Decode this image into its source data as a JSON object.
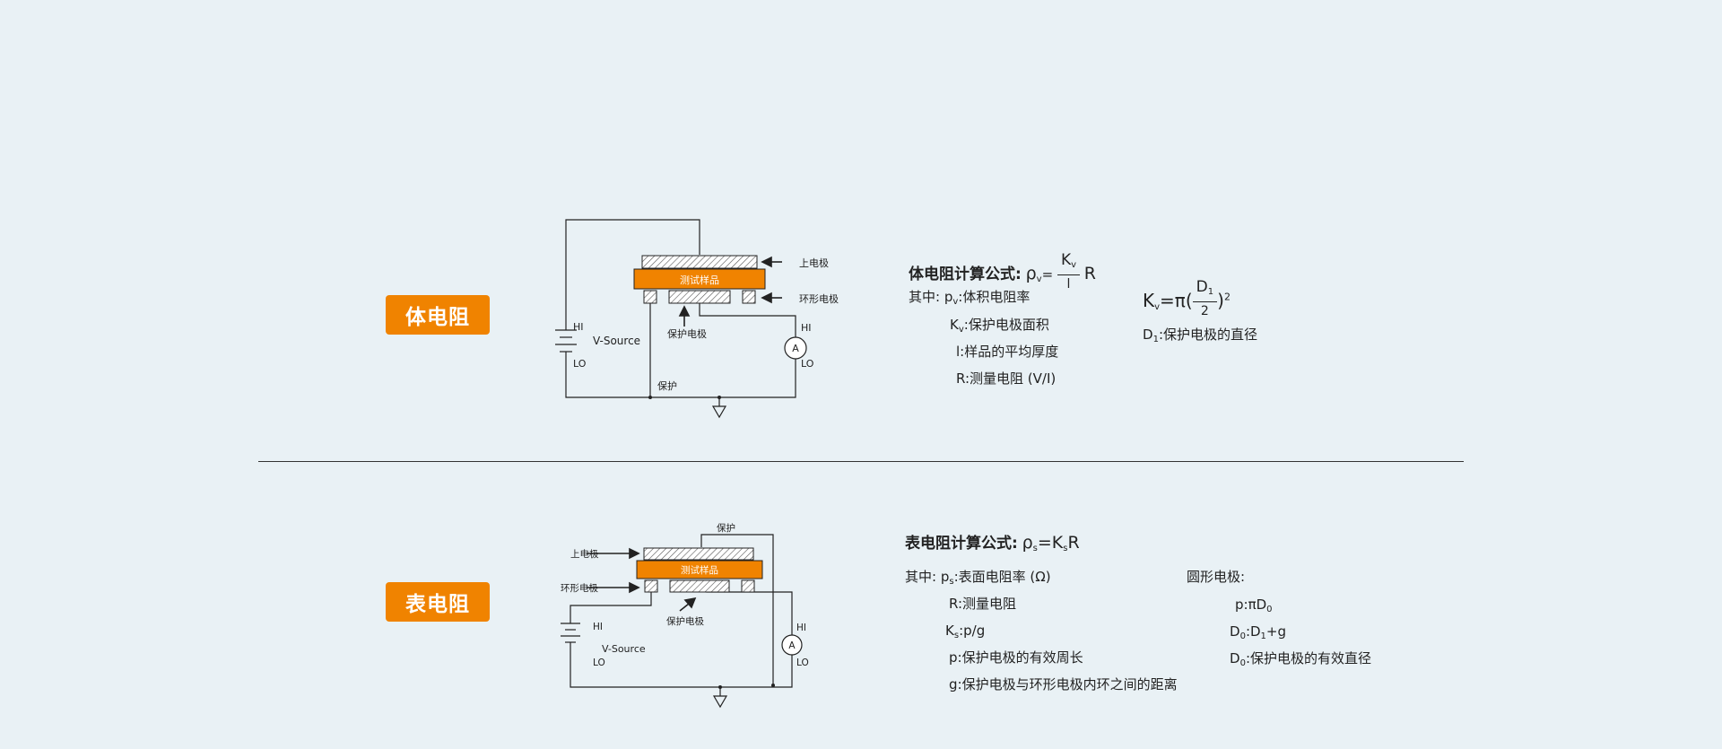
{
  "volume": {
    "badge": "体电阻",
    "diagram": {
      "top_electrode": "上电极",
      "sample": "测试样品",
      "ring_electrode": "环形电极",
      "guard_electrode": "保护电极",
      "hi_left": "HI",
      "lo_left": "LO",
      "source": "V-Source",
      "hi_right": "HI",
      "lo_right": "LO",
      "ammeter": "A",
      "guard": "保护"
    },
    "formula": {
      "title": "体电阻计算公式:",
      "rho_v": "ρ",
      "rho_v_sub": "v",
      "eq": "=",
      "kv_num": "K",
      "kv_num_sub": "v",
      "l_den": "l",
      "r": "R",
      "where": "其中:",
      "line1_sym": "p",
      "line1_sub": "v",
      "line1_text": ":体积电阻率",
      "line2_sym": "K",
      "line2_sub": "v",
      "line2_text": ":保护电极面积",
      "line3": "l:样品的平均厚度",
      "line4": "R:测量电阻 (V/I)",
      "kv_sym": "K",
      "kv_sub": "v",
      "kv_eq": "=π(",
      "d1_num": "D",
      "d1_num_sub": "1",
      "d1_den": "2",
      "kv_close": ")",
      "kv_sup": "2",
      "d1_sym": "D",
      "d1_sub": "1",
      "d1_text": ":保护电极的直径"
    }
  },
  "surface": {
    "badge": "表电阻",
    "diagram": {
      "top_electrode": "上电极",
      "sample": "测试样品",
      "ring_electrode": "环形电极",
      "guard_electrode": "保护电极",
      "hi_left": "HI",
      "lo_left": "LO",
      "source": "V-Source",
      "hi_right": "HI",
      "lo_right": "LO",
      "ammeter": "A",
      "guard": "保护"
    },
    "formula": {
      "title": "表电阻计算公式:",
      "rho_s": "ρ",
      "rho_s_sub": "s",
      "eq": "=K",
      "ks_sub": "s",
      "r": "R",
      "where": "其中:",
      "line1_sym": "p",
      "line1_sub": "s",
      "line1_text": ":表面电阻率 (Ω)",
      "line2": "R:测量电阻",
      "line3_sym": "K",
      "line3_sub": "s",
      "line3_text": ":p/g",
      "line4": "p:保护电极的有效周长",
      "line5": "g:保护电极与环形电极内环之间的距离",
      "circ_title": "圆形电极:",
      "c1_text": "p:πD",
      "c1_sub": "0",
      "c2_sym": "D",
      "c2_sub": "0",
      "c2_text": ":D",
      "c2_sub2": "1",
      "c2_text2": "+g",
      "c3_sym": "D",
      "c3_sub": "0",
      "c3_text": ":保护电极的有效直径"
    }
  },
  "colors": {
    "accent": "#f08300",
    "background": "#e9f1f5",
    "line": "#222222"
  }
}
